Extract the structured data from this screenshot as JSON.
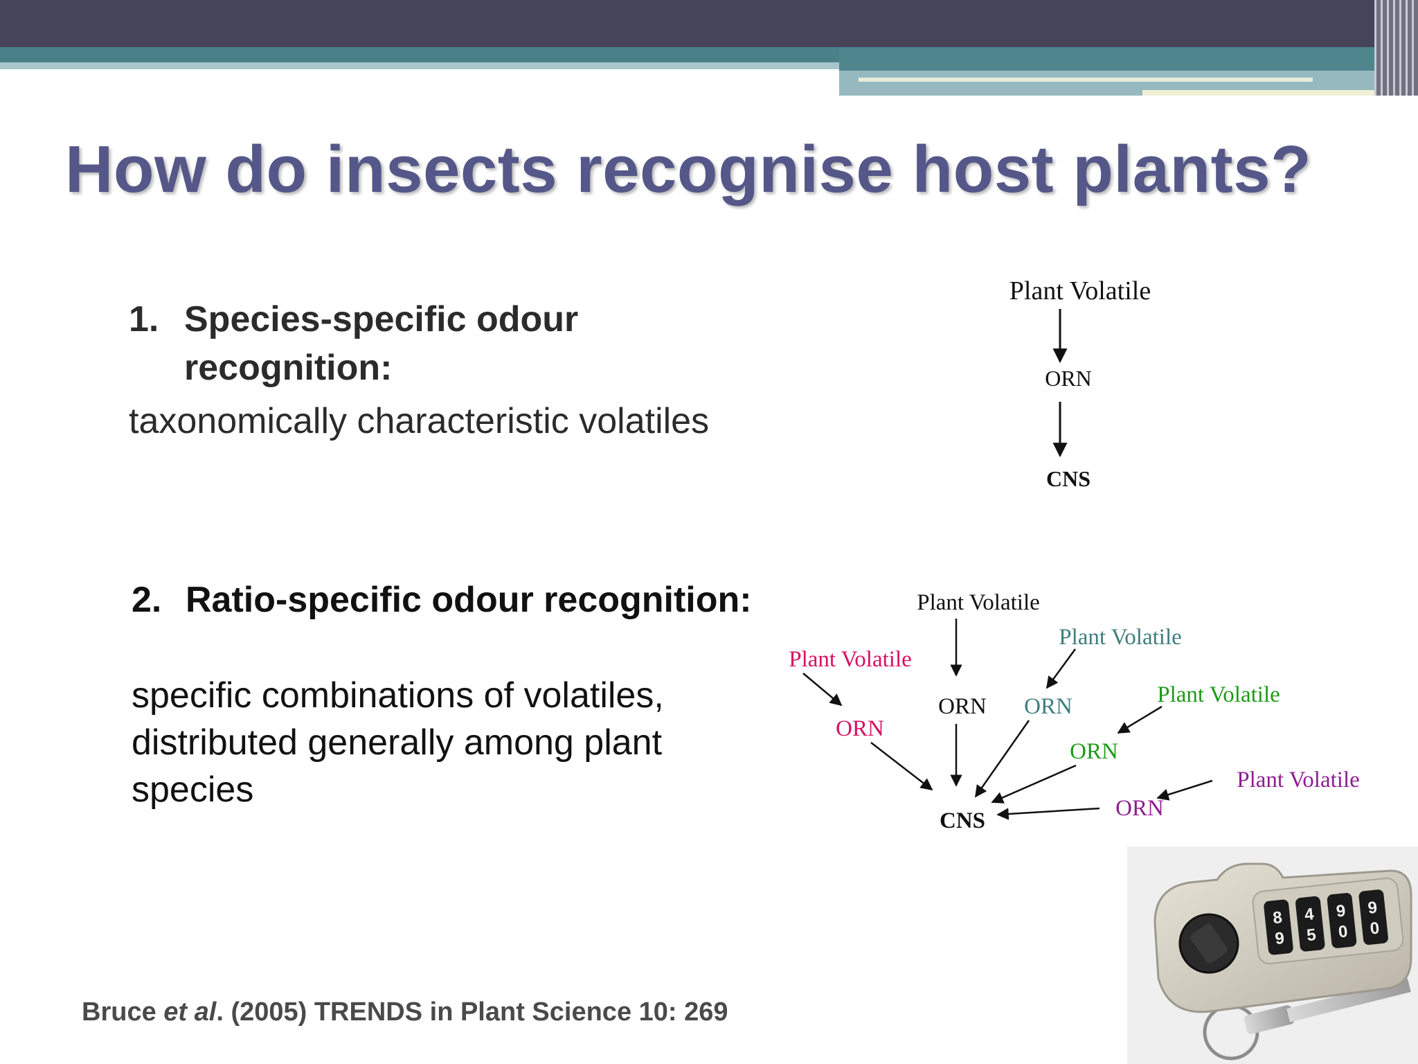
{
  "slide": {
    "title": "How do insects recognise host plants?",
    "point1": {
      "number": "1.",
      "heading_line1": "Species-specific odour",
      "heading_line2": "recognition:",
      "description": "taxonomically characteristic volatiles"
    },
    "point2": {
      "number": "2.",
      "heading": "Ratio-specific odour recognition:",
      "description_line1": "specific combinations of volatiles,",
      "description_line2": "distributed generally among plant",
      "description_line3": "species"
    },
    "citation": {
      "author": "Bruce ",
      "etal": "et al",
      "rest": ". (2005) TRENDS in Plant Science 10: 269"
    }
  },
  "diagram1": {
    "volatile": "Plant Volatile",
    "orn": "ORN",
    "cns": "CNS"
  },
  "diagram2": {
    "volatile_black": "Plant Volatile",
    "volatile_teal": "Plant Volatile",
    "volatile_pink": "Plant Volatile",
    "volatile_green": "Plant Volatile",
    "volatile_purple": "Plant Volatile",
    "orn_black": "ORN",
    "orn_teal": "ORN",
    "orn_pink": "ORN",
    "orn_green": "ORN",
    "orn_purple": "ORN",
    "cns": "CNS",
    "colors": {
      "black": "#111111",
      "teal": "#3f7d7f",
      "pink": "#d8105f",
      "green": "#1d9a17",
      "purple": "#8e1d93"
    }
  },
  "lock_photo": {
    "dials": [
      "8",
      "4",
      "9",
      "9"
    ],
    "dials_bottom": [
      "9",
      "5",
      "0",
      "0"
    ]
  }
}
